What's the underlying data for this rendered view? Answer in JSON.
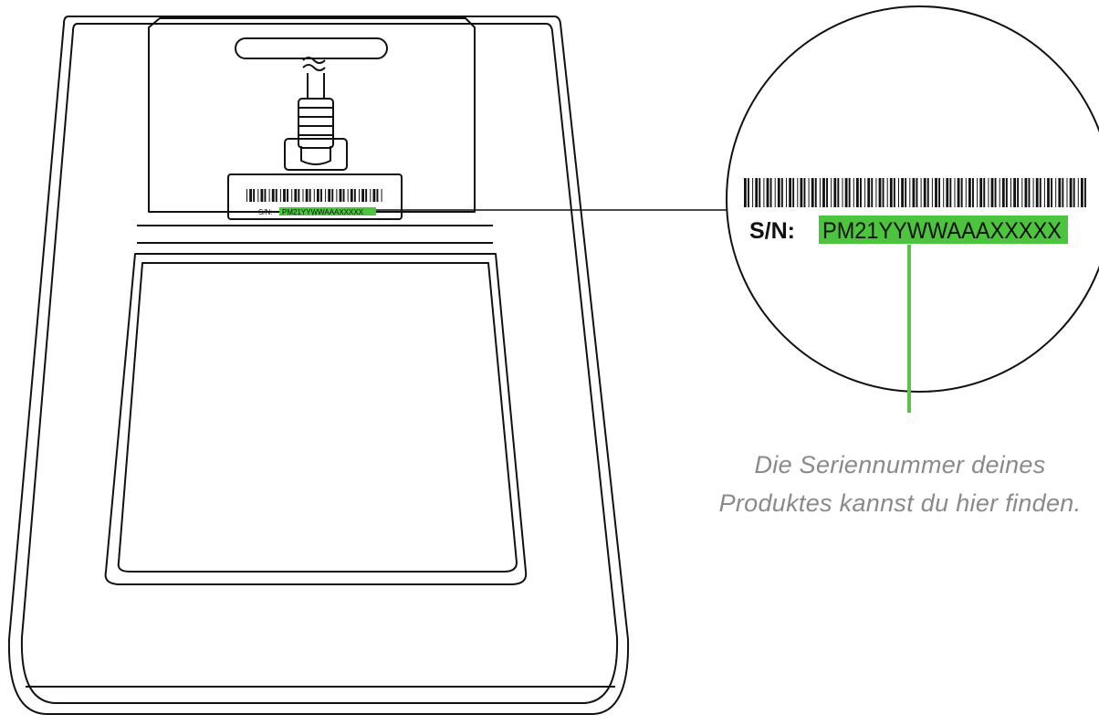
{
  "label": {
    "prefix_small": "S/N:",
    "serial_small": "PM21YYWWAAAXXXXX",
    "prefix_zoom": "S/N:",
    "serial_zoom": "PM21YYWWAAAXXXXX"
  },
  "caption": {
    "line1": "Die Seriennummer deines",
    "line2": "Produktes kannst du hier finden."
  },
  "colors": {
    "highlight": "#4cc43d",
    "line_green": "#5cc24a",
    "stroke": "#111111",
    "caption_text": "#8a8a8a"
  }
}
